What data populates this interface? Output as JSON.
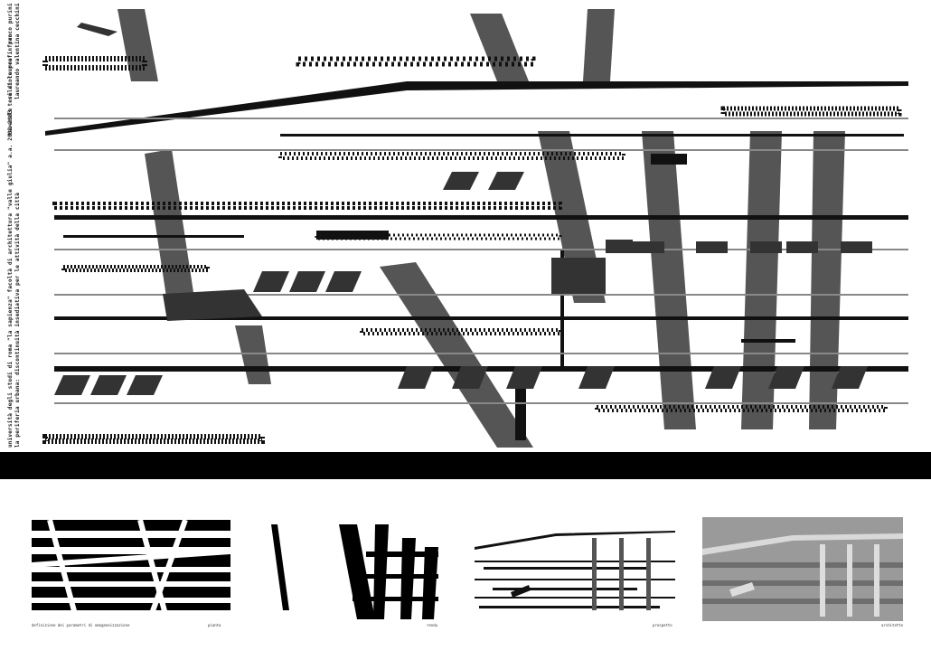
{
  "board": {
    "colors": {
      "dark": "#555555",
      "black": "#111111",
      "mid": "#888888",
      "light": "#bdbdbd",
      "band": "#000000"
    }
  },
  "side_texts": {
    "line1": "relatore prof. franco purini",
    "line2": "laureando valentina cecchini",
    "line3": "tavanale",
    "line4": "università degli studi di roma \"la sapienza\" facoltà di architettura \"valle giulia\" a.a. 2002-2003 tesi di laurea in pro",
    "line5": "la periferia urbana: discontinuità insediativa per le attività della città"
  },
  "thumbnails": {
    "captions": [
      "definizione dei parametri di omogeneizzazione",
      "pianta",
      "rendu",
      "prospetto",
      "architetto"
    ]
  }
}
